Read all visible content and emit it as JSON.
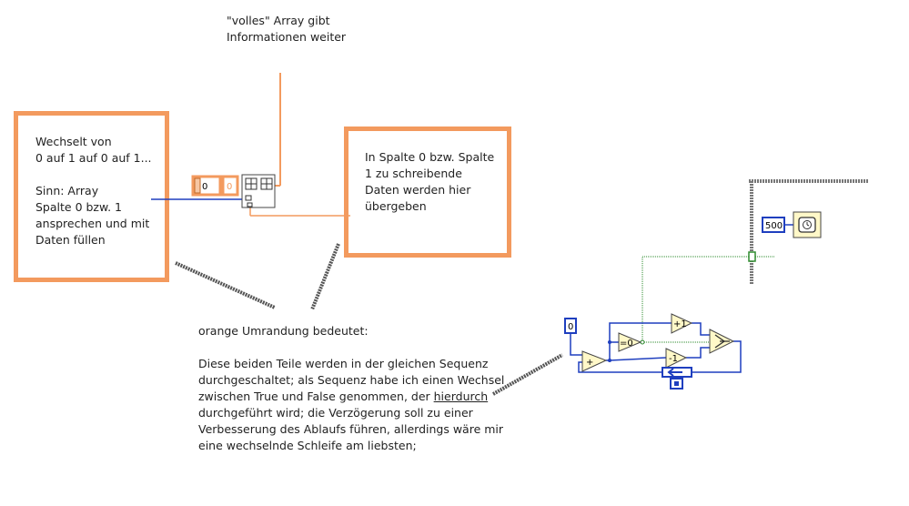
{
  "notes": {
    "top": "\"volles\" Array gibt\nInformationen weiter",
    "left_box": "Wechselt von\n0 auf 1 auf 0 auf 1...\n\nSinn: Array\nSpalte 0 bzw. 1\nansprechen und mit\nDaten füllen",
    "right_box": "In Spalte 0 bzw. Spalte\n1 zu schreibende\nDaten werden hier\nübergeben",
    "bottom_1": "orange Umrandung bedeutet:\n\nDiese beiden Teile werden in der gleichen Sequenz\ndurchgeschaltet; als Sequenz habe ich einen Wechsel\nzwischen True und False genommen, der ",
    "bottom_link": "hierdurch",
    "bottom_2": "\ndurchgeführt wird; die Verzögerung soll zu einer\nVerbesserung des Ablaufs führen, allerdings wäre mir\neine wechselnde Schleife am liebsten;"
  },
  "constants": {
    "index": "0",
    "small": "0",
    "wait_ms": "500",
    "loop_init": "0",
    "increment": "+1",
    "decrement": "-1",
    "equals_zero": "=0"
  },
  "colors": {
    "orange": "#f39a5e",
    "blue_wire": "#1f3fbf",
    "green_wire": "#2e8b2e",
    "node_fill": "#fff8c8",
    "dark_stroke": "#444444"
  }
}
